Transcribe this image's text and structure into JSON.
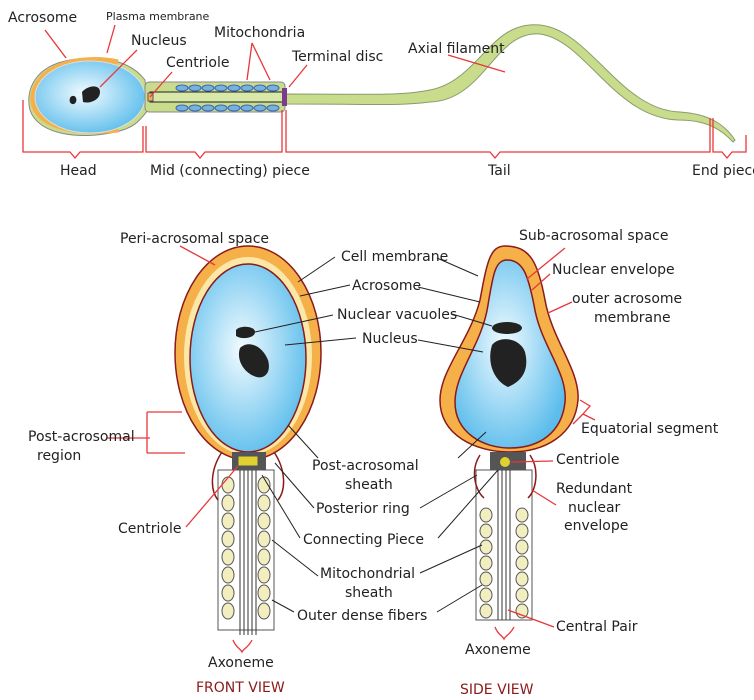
{
  "top": {
    "acrosome": "Acrosome",
    "plasma_membrane": "Plasma membrane",
    "nucleus": "Nucleus",
    "centriole": "Centriole",
    "mitochondria": "Mitochondria",
    "terminal_disc": "Terminal disc",
    "axial_filament": "Axial filament",
    "head": "Head",
    "mid_piece": "Mid (connecting) piece",
    "tail": "Tail",
    "end_piece": "End piece"
  },
  "bottom": {
    "peri_acrosomal_space": "Peri-acrosomal space",
    "cell_membrane": "Cell membrane",
    "acrosome": "Acrosome",
    "nuclear_vacuoles": "Nuclear vacuoles",
    "nucleus": "Nucleus",
    "sub_acrosomal_space": "Sub-acrosomal space",
    "nuclear_envelope": "Nuclear envelope",
    "outer_acrosome_1": "outer acrosome",
    "outer_acrosome_2": "membrane",
    "post_acrosomal_region_1": "Post-acrosomal",
    "post_acrosomal_region_2": "region",
    "equatorial_segment": "Equatorial segment",
    "post_acrosomal_sheath_1": "Post-acrosomal",
    "post_acrosomal_sheath_2": "sheath",
    "centriole_side": "Centriole",
    "posterior_ring": "Posterior ring",
    "redundant_1": "Redundant",
    "redundant_2": "nuclear",
    "redundant_3": "envelope",
    "centriole_front": "Centriole",
    "connecting_piece": "Connecting Piece",
    "mito_sheath_1": "Mitochondrial",
    "mito_sheath_2": "sheath",
    "outer_dense_fibers": "Outer dense fibers",
    "central_pair": "Central Pair",
    "axoneme_front": "Axoneme",
    "axoneme_side": "Axoneme",
    "front_view": "FRONT VIEW",
    "side_view": "SIDE VIEW"
  },
  "colors": {
    "nucleus_blue": "#7ecbf0",
    "acrosome_orange": "#f5b04a",
    "midpiece_green": "#c8dc8c",
    "label_line_red": "#e8373a",
    "view_label": "#8b1a1a"
  }
}
